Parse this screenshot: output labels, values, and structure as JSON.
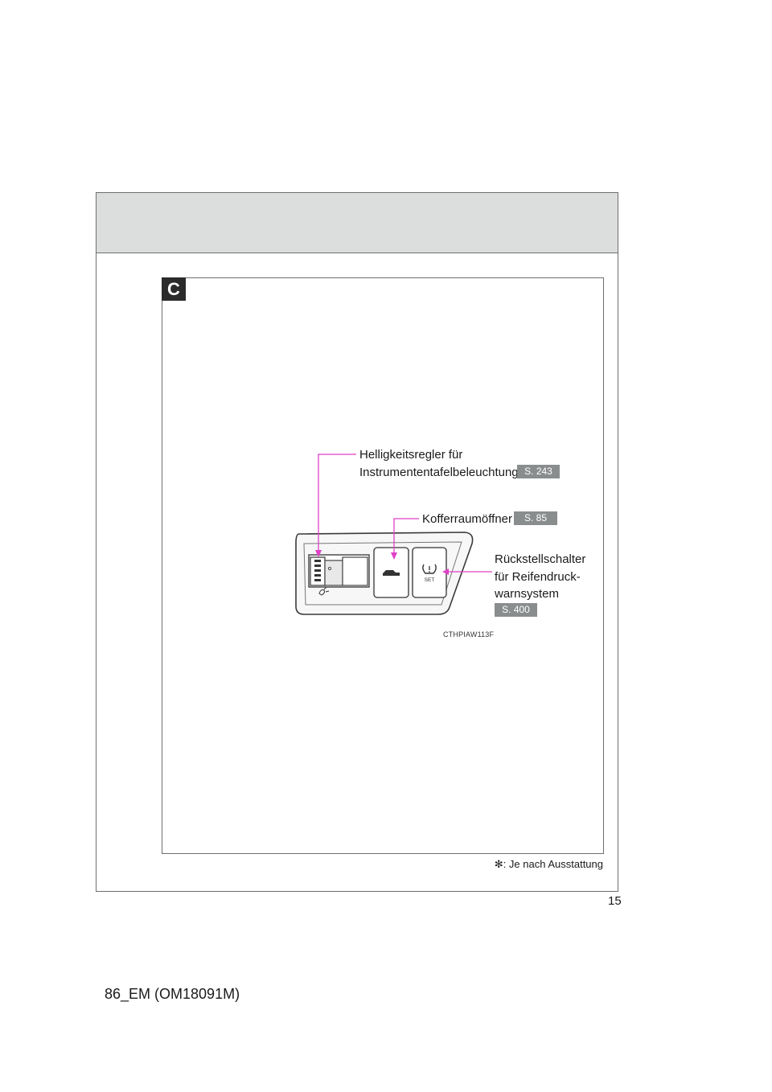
{
  "section_letter": "C",
  "callouts": {
    "brightness": {
      "line1": "Helligkeitsregler für",
      "line2": "Instrumententafelbeleuchtung",
      "ref": "S. 243"
    },
    "trunk": {
      "label": "Kofferraumöffner",
      "ref": "S. 85"
    },
    "tpms": {
      "line1": "Rückstellschalter",
      "line2": "für Reifendruck-",
      "line3": "warnsystem",
      "ref": "S. 400"
    }
  },
  "panel_set_label": "SET",
  "figure_code": "CTHPIAW113F",
  "footnote": "✻: Je nach Ausstattung",
  "page_number": "15",
  "doc_id": "86_EM (OM18091M)",
  "colors": {
    "callout_line": "#e040c8",
    "ref_badge": "#8a8d8e",
    "header_band": "#dcdedd"
  }
}
